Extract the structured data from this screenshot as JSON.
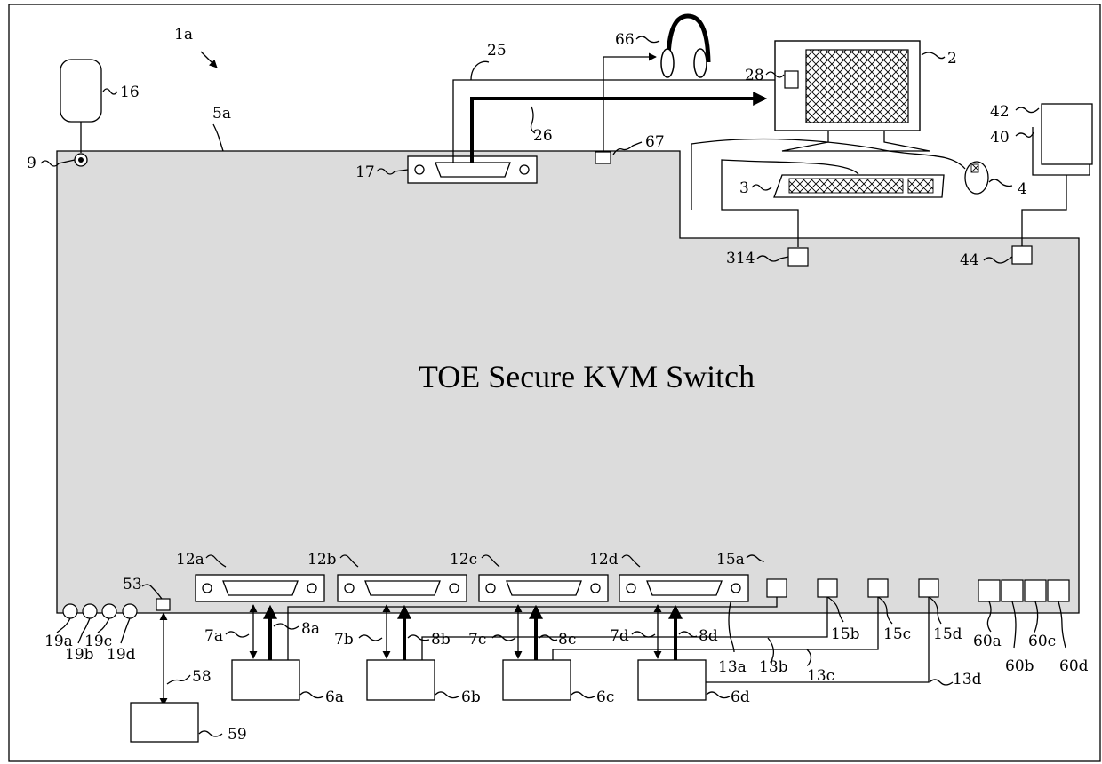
{
  "title": "TOE Secure KVM Switch",
  "colors": {
    "body_fill": "#dcdcdc",
    "line": "#000000",
    "background": "#ffffff"
  },
  "labels": {
    "ref_1a": "1a",
    "ref_2": "2",
    "ref_3": "3",
    "ref_4": "4",
    "ref_5a": "5a",
    "ref_9": "9",
    "ref_16": "16",
    "ref_17": "17",
    "ref_25": "25",
    "ref_26": "26",
    "ref_28": "28",
    "ref_40": "40",
    "ref_42": "42",
    "ref_44": "44",
    "ref_53": "53",
    "ref_58": "58",
    "ref_59": "59",
    "ref_66": "66",
    "ref_67": "67",
    "ref_314": "314",
    "ref_12a": "12a",
    "ref_12b": "12b",
    "ref_12c": "12c",
    "ref_12d": "12d",
    "ref_15a": "15a",
    "ref_15b": "15b",
    "ref_15c": "15c",
    "ref_15d": "15d",
    "ref_6a": "6a",
    "ref_6b": "6b",
    "ref_6c": "6c",
    "ref_6d": "6d",
    "ref_7a": "7a",
    "ref_7b": "7b",
    "ref_7c": "7c",
    "ref_7d": "7d",
    "ref_8a": "8a",
    "ref_8b": "8b",
    "ref_8c": "8c",
    "ref_8d": "8d",
    "ref_13a": "13a",
    "ref_13b": "13b",
    "ref_13c": "13c",
    "ref_13d": "13d",
    "ref_19a": "19a",
    "ref_19b": "19b",
    "ref_19c": "19c",
    "ref_19d": "19d",
    "ref_60a": "60a",
    "ref_60b": "60b",
    "ref_60c": "60c",
    "ref_60d": "60d"
  },
  "icons": [
    "monitor-icon",
    "keyboard-icon",
    "mouse-icon",
    "headphones-icon",
    "smart-card-reader-icon",
    "led-icon",
    "video-connector-icon"
  ]
}
